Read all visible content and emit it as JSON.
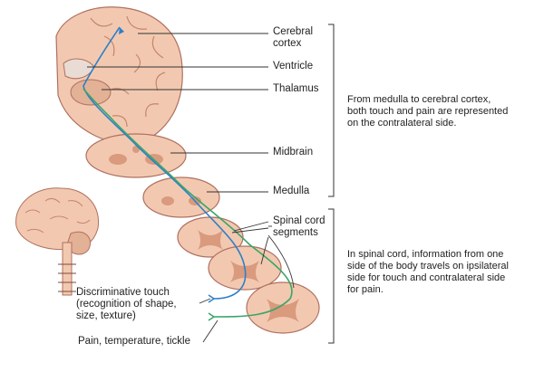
{
  "labels": {
    "cerebral_cortex": [
      "Cerebral",
      "cortex"
    ],
    "ventricle": "Ventricle",
    "thalamus": "Thalamus",
    "midbrain": "Midbrain",
    "medulla": "Medulla",
    "spinal_cord_segments": [
      "Spinal cord",
      "segments"
    ],
    "discriminative_touch": [
      "Discriminative touch",
      "(recognition of shape,",
      "size, texture)"
    ],
    "pain_temp": "Pain, temperature, tickle"
  },
  "notes": {
    "upper": [
      "From medulla to cerebral cortex,",
      "both touch and pain are represented",
      "on the contralateral side."
    ],
    "lower": [
      "In spinal cord, information from one",
      "side of the body travels on ipsilateral",
      "side for touch and contralateral side",
      "for pain."
    ]
  },
  "colors": {
    "tissue": "#f2c9b0",
    "tissue_dark": "#d99a7e",
    "outline": "#b07060",
    "touch_path": "#2f7fc8",
    "pain_path": "#3aa56a",
    "pointer": "#333333"
  }
}
